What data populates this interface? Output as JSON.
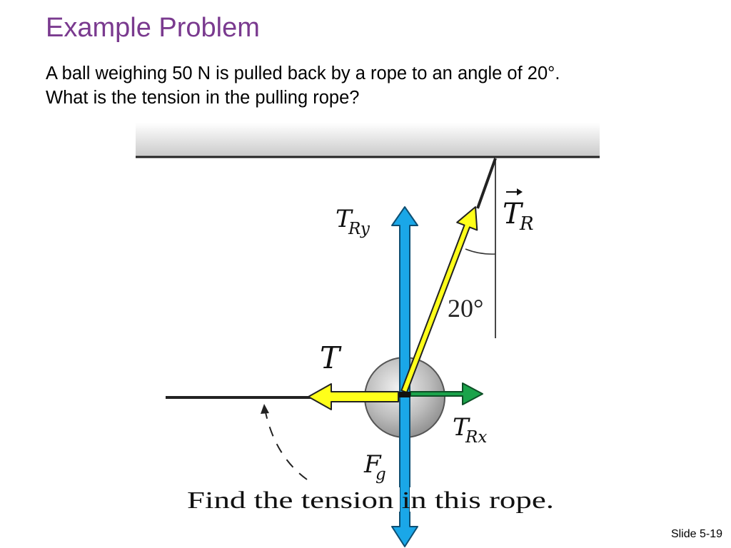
{
  "slide": {
    "title": "Example Problem",
    "problem_line1": "A ball weighing 50 N is pulled back by a rope to an angle of 20°.",
    "problem_line2": "What is the tension in the pulling rope?",
    "slide_number": "Slide 5-19"
  },
  "diagram": {
    "angle_label": "20°",
    "caption": "Find the tension in this rope.",
    "labels": {
      "tension_vector": "T",
      "tension_vector_sub": "R",
      "tension_y": "T",
      "tension_y_sub": "Ry",
      "tension_x": "T",
      "tension_x_sub": "Rx",
      "tension_horizontal": "T",
      "gravity": "F",
      "gravity_sub": "g"
    },
    "colors": {
      "vertical_arrow": "#1aa7e8",
      "rope_arrow": "#ffff1a",
      "horizontal_arrow": "#1aa34a",
      "title": "#7a3a8f"
    }
  }
}
